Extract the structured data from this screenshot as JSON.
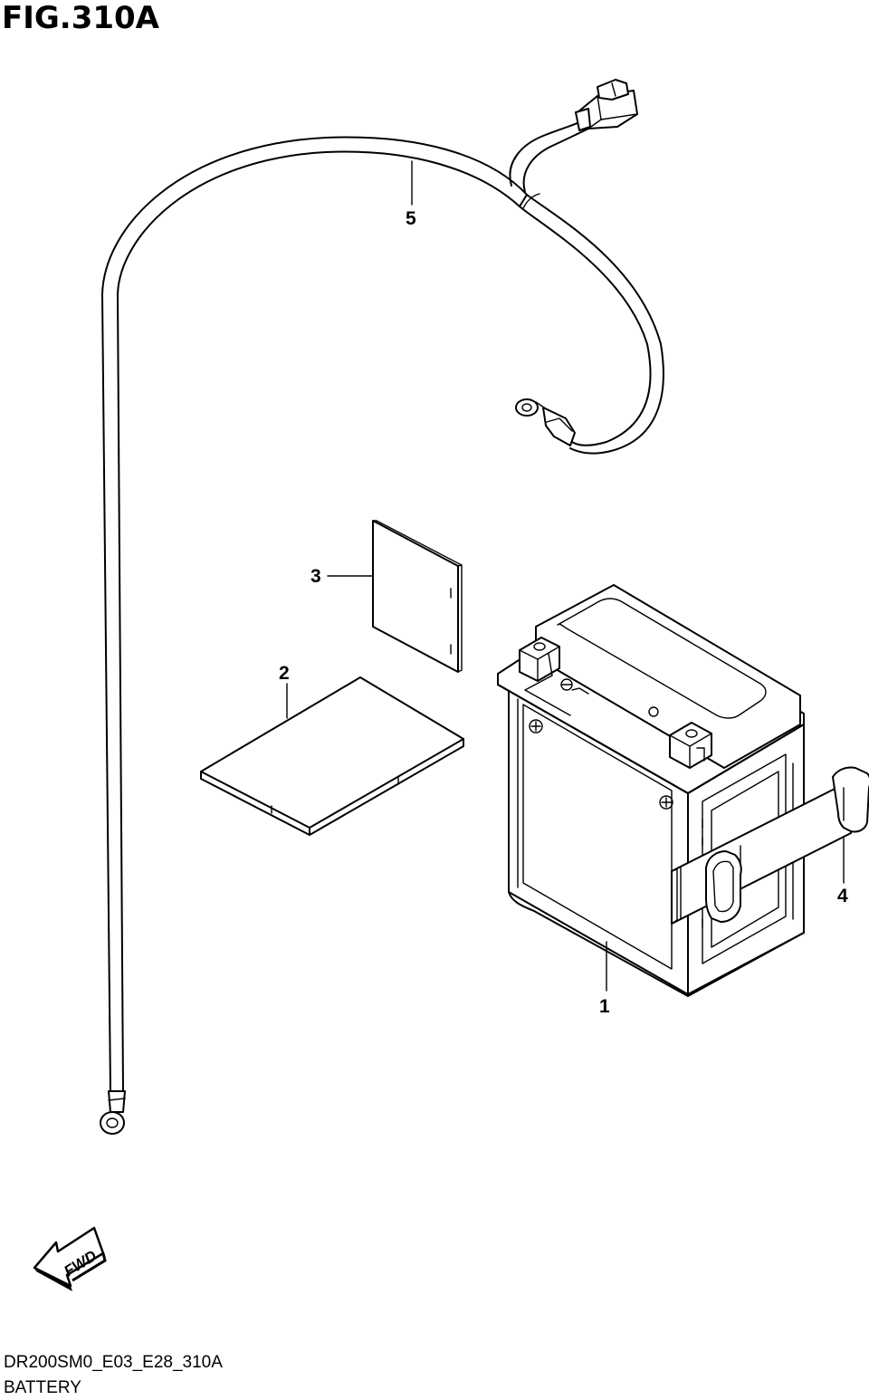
{
  "figure": {
    "title": "FIG.310A",
    "code": "DR200SM0_E03_E28_310A",
    "name": "BATTERY"
  },
  "callouts": [
    {
      "id": "battery",
      "label": "1"
    },
    {
      "id": "sheet-large",
      "label": "2"
    },
    {
      "id": "sheet-small",
      "label": "3"
    },
    {
      "id": "band",
      "label": "4"
    },
    {
      "id": "lead-wire",
      "label": "5"
    }
  ],
  "fwd_label": "FWD"
}
